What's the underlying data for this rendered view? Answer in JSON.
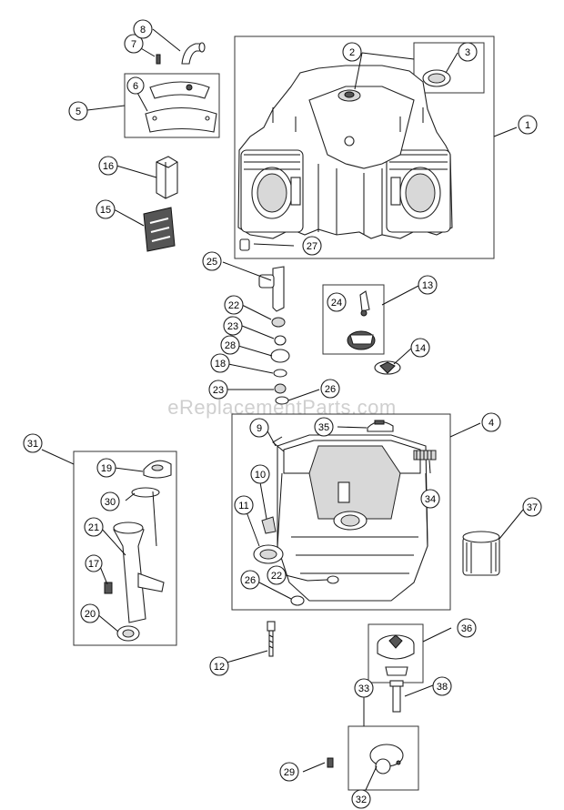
{
  "watermark": "eReplacementParts.com",
  "callouts": [
    {
      "id": "c1",
      "label": "1"
    },
    {
      "id": "c2",
      "label": "2"
    },
    {
      "id": "c3",
      "label": "3"
    },
    {
      "id": "c4",
      "label": "4"
    },
    {
      "id": "c5",
      "label": "5"
    },
    {
      "id": "c6",
      "label": "6"
    },
    {
      "id": "c7",
      "label": "7"
    },
    {
      "id": "c8",
      "label": "8"
    },
    {
      "id": "c9",
      "label": "9"
    },
    {
      "id": "c10",
      "label": "10"
    },
    {
      "id": "c11",
      "label": "11"
    },
    {
      "id": "c12",
      "label": "12"
    },
    {
      "id": "c13",
      "label": "13"
    },
    {
      "id": "c14",
      "label": "14"
    },
    {
      "id": "c15",
      "label": "15"
    },
    {
      "id": "c16",
      "label": "16"
    },
    {
      "id": "c17",
      "label": "17"
    },
    {
      "id": "c18",
      "label": "18"
    },
    {
      "id": "c19",
      "label": "19"
    },
    {
      "id": "c20",
      "label": "20"
    },
    {
      "id": "c21",
      "label": "21"
    },
    {
      "id": "c22a",
      "label": "22"
    },
    {
      "id": "c22b",
      "label": "22"
    },
    {
      "id": "c23a",
      "label": "23"
    },
    {
      "id": "c23b",
      "label": "23"
    },
    {
      "id": "c24",
      "label": "24"
    },
    {
      "id": "c25",
      "label": "25"
    },
    {
      "id": "c26a",
      "label": "26"
    },
    {
      "id": "c26b",
      "label": "26"
    },
    {
      "id": "c27",
      "label": "27"
    },
    {
      "id": "c28",
      "label": "28"
    },
    {
      "id": "c29",
      "label": "29"
    },
    {
      "id": "c30",
      "label": "30"
    },
    {
      "id": "c31",
      "label": "31"
    },
    {
      "id": "c32",
      "label": "32"
    },
    {
      "id": "c33",
      "label": "33"
    },
    {
      "id": "c34",
      "label": "34"
    },
    {
      "id": "c35",
      "label": "35"
    },
    {
      "id": "c36",
      "label": "36"
    },
    {
      "id": "c37",
      "label": "37"
    },
    {
      "id": "c38",
      "label": "38"
    }
  ]
}
